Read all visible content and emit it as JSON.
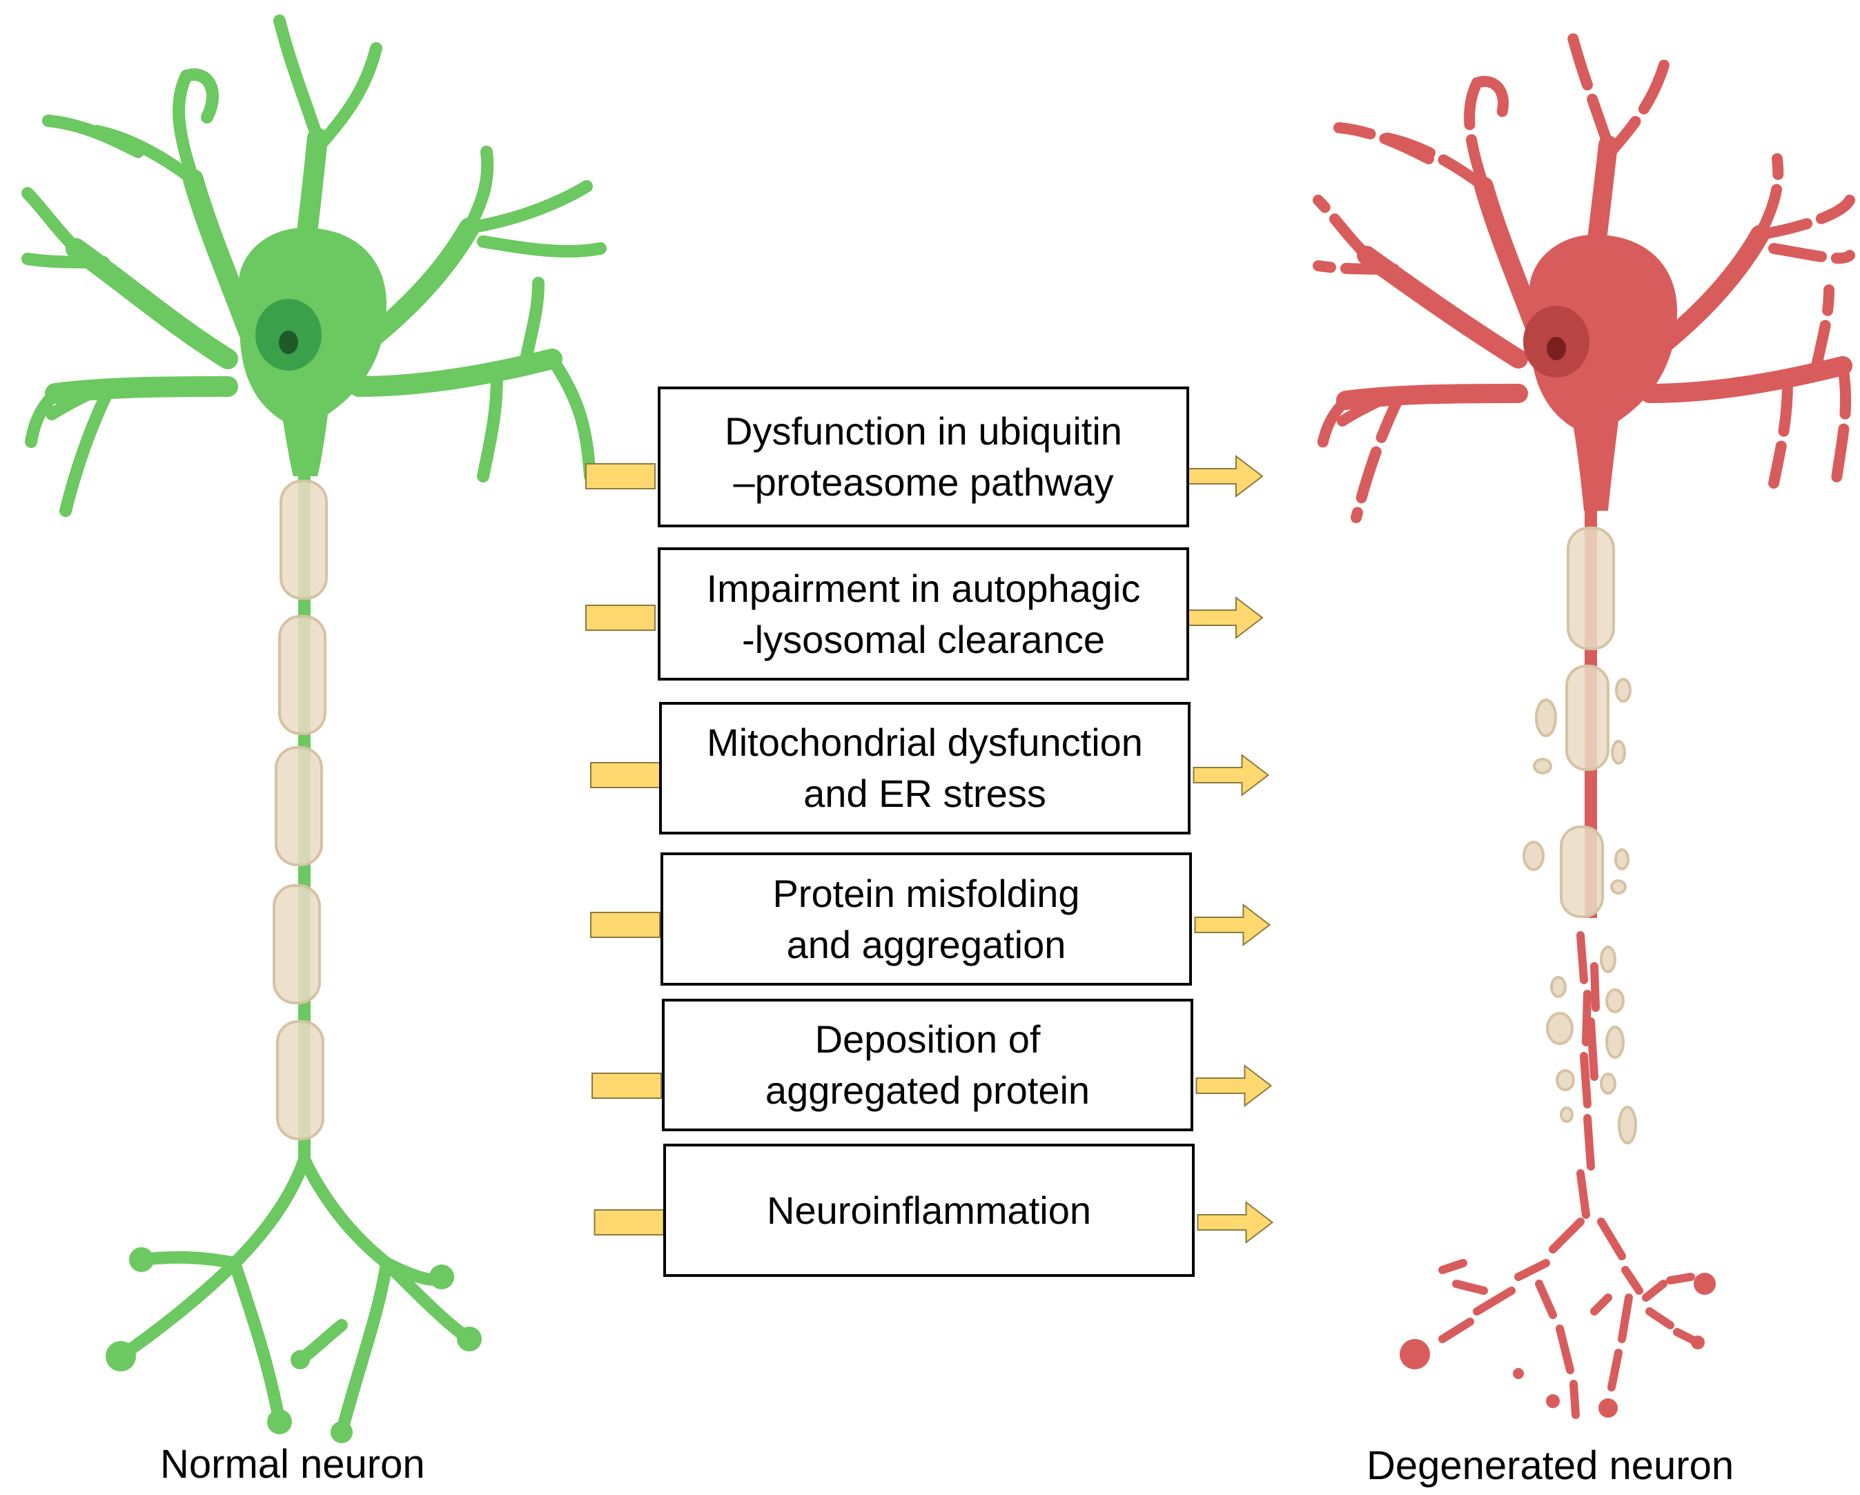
{
  "colors": {
    "healthy_neuron": "#6cc860",
    "healthy_nucleus": "#3aa04a",
    "healthy_nucleolus": "#1f5a2a",
    "degenerated_neuron": "#d95c5c",
    "degenerated_nucleus": "#b94444",
    "degenerated_nucleolus": "#7a1f1f",
    "myelin": "#eadcc6",
    "arrow_fill": "#ffd870"
  },
  "labels": {
    "normal_neuron": "Normal neuron",
    "degenerated_neuron": "Degenerated neuron"
  },
  "mechanisms": [
    {
      "text": "Dysfunction in ubiquitin\n–proteasome pathway"
    },
    {
      "text": "Impairment in autophagic\n-lysosomal clearance"
    },
    {
      "text": "Mitochondrial dysfunction\nand ER stress"
    },
    {
      "text": "Protein misfolding\nand aggregation"
    },
    {
      "text": "Deposition of\naggregated protein"
    },
    {
      "text": "Neuroinflammation"
    }
  ]
}
